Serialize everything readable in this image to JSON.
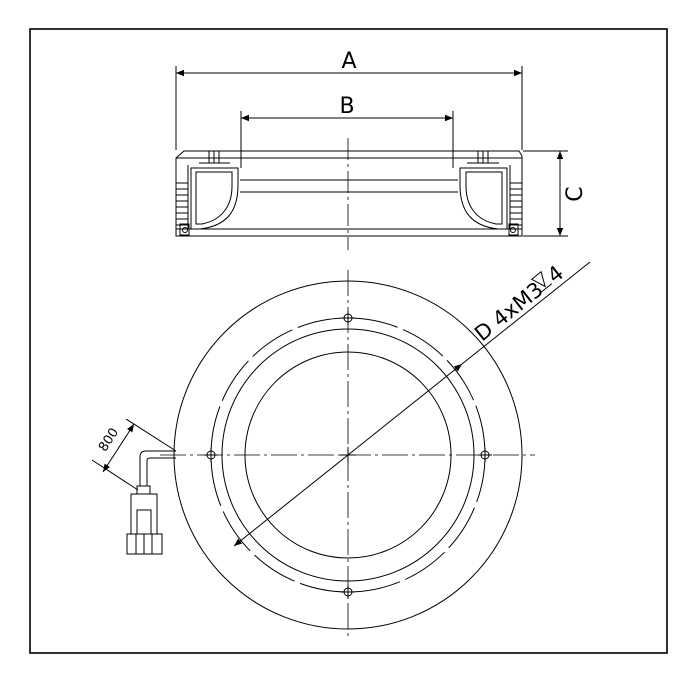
{
  "labels": {
    "a": "A",
    "b": "B",
    "c": "C",
    "diameter": "D 4xM3",
    "depth": "4",
    "cable_length": "800"
  },
  "colors": {
    "line": "#000000",
    "background": "#ffffff"
  }
}
